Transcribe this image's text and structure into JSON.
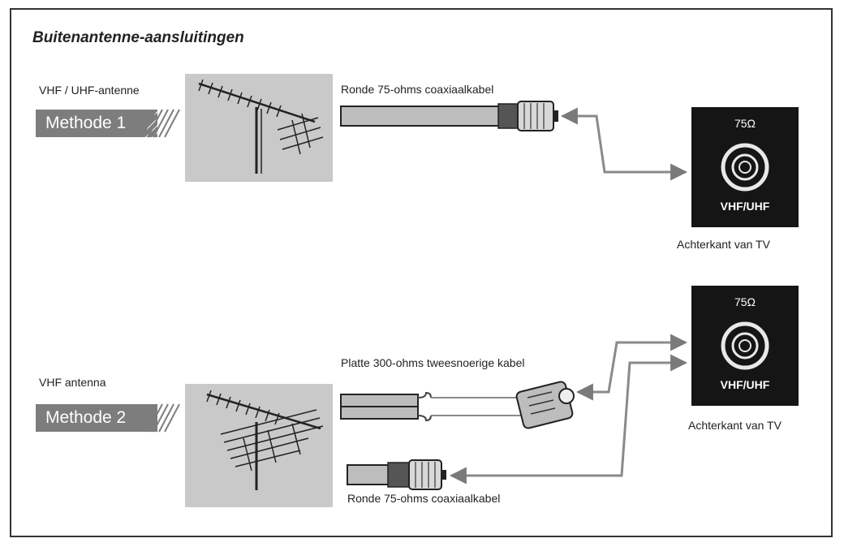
{
  "title": "Buitenantenne-aansluitingen",
  "method1": {
    "antenna_label": "VHF / UHF-antenne",
    "method_label": "Methode 1",
    "cable_label": "Ronde 75-ohms coaxiaalkabel",
    "tv": {
      "impedance": "75Ω",
      "port": "VHF/UHF",
      "caption": "Achterkant van TV"
    }
  },
  "method2": {
    "antenna_label": "VHF antenna",
    "method_label": "Methode 2",
    "flat_cable_label": "Platte 300-ohms tweesnoerige kabel",
    "coax_cable_label": "Ronde 75-ohms coaxiaalkabel",
    "tv": {
      "impedance": "75Ω",
      "port": "VHF/UHF",
      "caption": "Achterkant van TV"
    }
  },
  "colors": {
    "method_tag": "#7d7d7d",
    "photo_bg": "#c9c9c9",
    "tv_panel": "#151515",
    "wire": "#8a8a8a"
  }
}
